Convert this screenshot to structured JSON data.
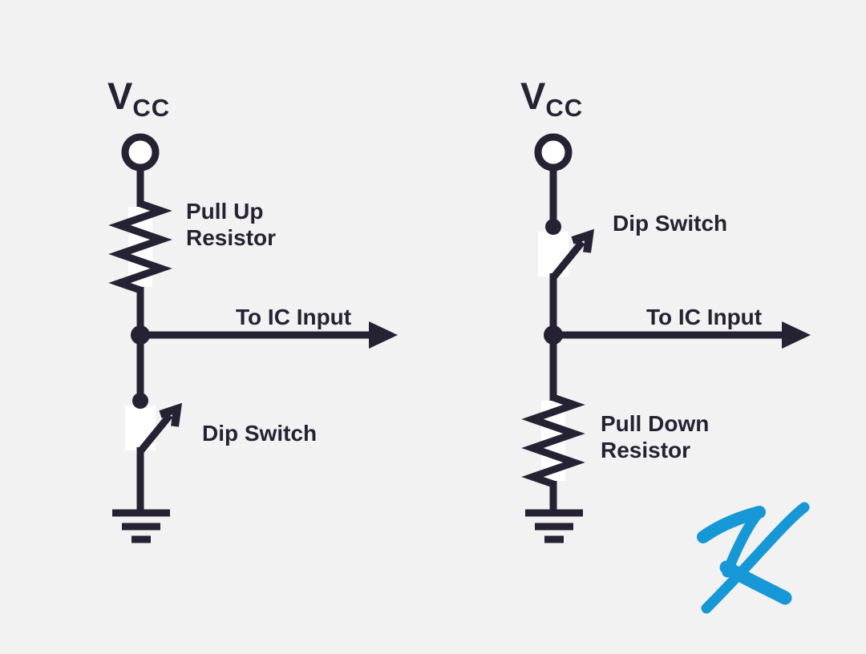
{
  "colors": {
    "background": "#f2f2f2",
    "ink": "#272233",
    "component_fill": "#ffffff",
    "signature_blue": "#1798d6"
  },
  "left_circuit": {
    "power_label": {
      "main": "V",
      "sub": "CC"
    },
    "resistor_label": {
      "line1": "Pull Up",
      "line2": "Resistor"
    },
    "output_label": "To IC Input",
    "switch_label": "Dip Switch"
  },
  "right_circuit": {
    "power_label": {
      "main": "V",
      "sub": "CC"
    },
    "switch_label": "Dip Switch",
    "output_label": "To IC Input",
    "resistor_label": {
      "line1": "Pull Down",
      "line2": "Resistor"
    }
  },
  "signature": {
    "letter": "K"
  }
}
